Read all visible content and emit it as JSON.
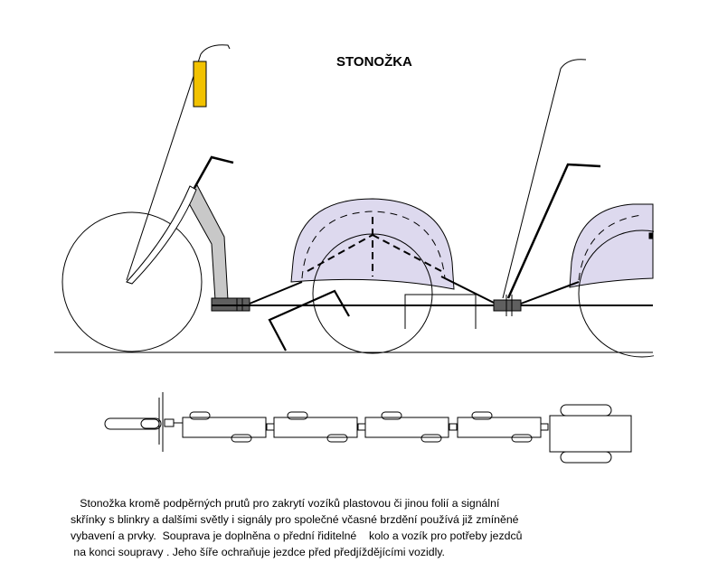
{
  "title": "STONOŽKA",
  "caption": {
    "lines": [
      "   Stonožka kromě podpěrných prutů pro zakrytí vozíků plastovou či jinou folií a signální",
      "skřínky s blinkry a dalšími světly i signály pro společné včasné brzdění používá již zmíněné",
      "vybavení a prvky.  Souprava je doplněna o přední řiditelné    kolo a vozík pro potřeby jezdců",
      " na konci soupravy . Jeho šíře ochraňuje jezdce před předjíždějícími vozidly."
    ]
  },
  "colors": {
    "line": "#000000",
    "cover_fill": "#ddd9ee",
    "signal_box": "#f2c200",
    "fork_fill": "#c8c8c8",
    "coupler_fill": "#606060"
  }
}
